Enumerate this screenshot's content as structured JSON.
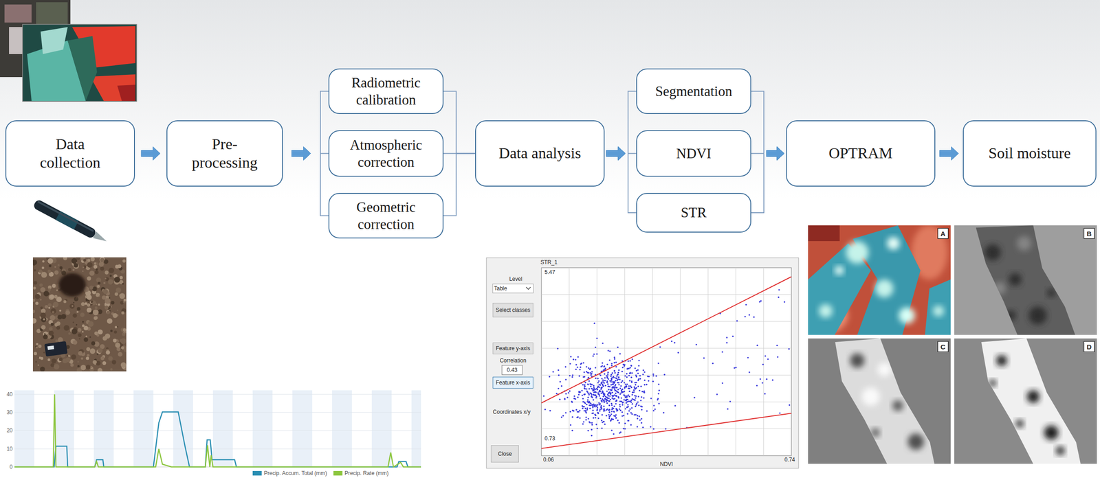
{
  "diagram": {
    "nodes": [
      {
        "text": [
          "Data collection"
        ]
      },
      {
        "text": [
          "Pre- processing"
        ]
      },
      {
        "text": [
          "Radiometric calibration"
        ]
      },
      {
        "text": [
          "Atmospheric correction"
        ]
      },
      {
        "text": [
          "Geometric correction"
        ]
      },
      {
        "text": [
          "Data analysis"
        ]
      },
      {
        "text": [
          "Segmentation"
        ]
      },
      {
        "text": [
          "NDVI"
        ]
      },
      {
        "text": [
          "STR"
        ]
      },
      {
        "text": [
          "OPTRAM"
        ]
      },
      {
        "text": [
          "Soil moisture"
        ]
      }
    ],
    "edges": [
      {
        "from": 0,
        "to": 1,
        "arrow": "to"
      },
      {
        "from": 1,
        "to": 2,
        "arrow": "to"
      },
      {
        "from": 1,
        "to": 3,
        "arrow": "to"
      },
      {
        "from": 1,
        "to": 4,
        "arrow": "to"
      },
      {
        "from": 2,
        "to": 5,
        "arrow": "none"
      },
      {
        "from": 3,
        "to": 5,
        "arrow": "none"
      },
      {
        "from": 4,
        "to": 5,
        "arrow": "none"
      },
      {
        "from": 5,
        "to": 6,
        "arrow": "to"
      },
      {
        "from": 5,
        "to": 7,
        "arrow": "to"
      },
      {
        "from": 5,
        "to": 8,
        "arrow": "to"
      },
      {
        "from": 6,
        "to": 9,
        "arrow": "to"
      },
      {
        "from": 7,
        "to": 9,
        "arrow": "to"
      },
      {
        "from": 8,
        "to": 9,
        "arrow": "to"
      },
      {
        "from": 9,
        "to": 10,
        "arrow": "to"
      }
    ],
    "labels": [
      "STR_1",
      "5.47",
      "Level",
      "Table",
      "Select classes",
      "Feature y-axis",
      "Correlation",
      "0.43",
      "Feature x-axis",
      "Coordinates x/y",
      "0.73",
      "0.06",
      "NDVI",
      "0.74",
      "Close",
      "A",
      "B",
      "C",
      "D",
      "40",
      "30",
      "20",
      "10",
      "0"
    ],
    "legend": [
      {
        "text": "Precip. Accum. Total (mm)",
        "color": "#2b8fb3"
      },
      {
        "text": "Precip. Rate (mm)",
        "color": "#8dc63f"
      }
    ]
  }
}
